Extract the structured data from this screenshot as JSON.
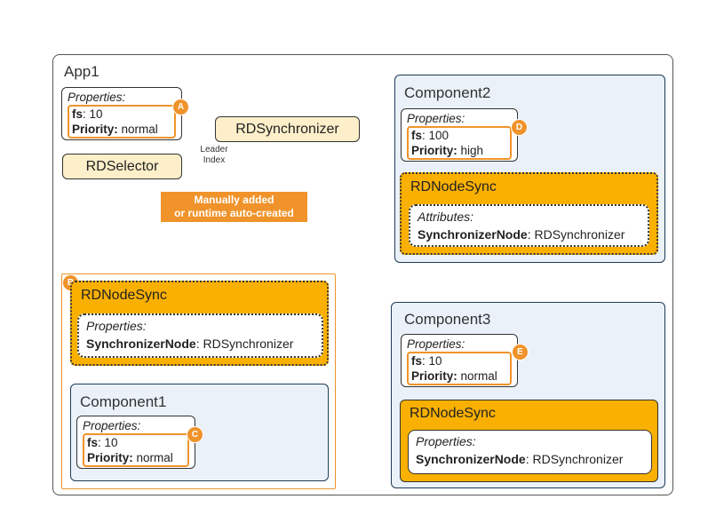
{
  "app": {
    "title": "App1"
  },
  "app_props": {
    "heading": "Properties:",
    "fs_key": "fs",
    "fs_value": ": 10",
    "priority_key": "Priority:",
    "priority_value": " normal",
    "badge": "A"
  },
  "synchronizer": {
    "label": "RDSynchronizer"
  },
  "selector": {
    "label": "RDSelector"
  },
  "leader_index": {
    "line1": "Leader",
    "line2": "Index"
  },
  "callout": {
    "line1": "Manually added",
    "line2": "or runtime auto-created"
  },
  "component2": {
    "title": "Component2",
    "props": {
      "heading": "Properties:",
      "fs_key": "fs",
      "fs_value": ": 100",
      "priority_key": "Priority:",
      "priority_value": " high",
      "badge": "D"
    },
    "node": {
      "title": "RDNodeSync",
      "heading": "Attributes:",
      "key": "SynchronizerNode",
      "value": ": RDSynchronizer"
    }
  },
  "group_b": {
    "badge": "B",
    "node": {
      "title": "RDNodeSync",
      "heading": "Properties:",
      "key": "SynchronizerNode",
      "value": ": RDSynchronizer"
    },
    "component1": {
      "title": "Component1",
      "props": {
        "heading": "Properties:",
        "fs_key": "fs",
        "fs_value": ": 10",
        "priority_key": "Priority:",
        "priority_value": " normal",
        "badge": "C"
      }
    }
  },
  "component3": {
    "title": "Component3",
    "props": {
      "heading": "Properties:",
      "fs_key": "fs",
      "fs_value": ": 10",
      "priority_key": "Priority:",
      "priority_value": " normal",
      "badge": "E"
    },
    "node": {
      "title": "RDNodeSync",
      "heading": "Properties:",
      "key": "SynchronizerNode",
      "value": ": RDSynchronizer"
    }
  },
  "colors": {
    "accent": "#f0932b",
    "node": "#f9b000",
    "component_bg": "#eaf1f9",
    "pill_bg": "#fdefc9"
  }
}
